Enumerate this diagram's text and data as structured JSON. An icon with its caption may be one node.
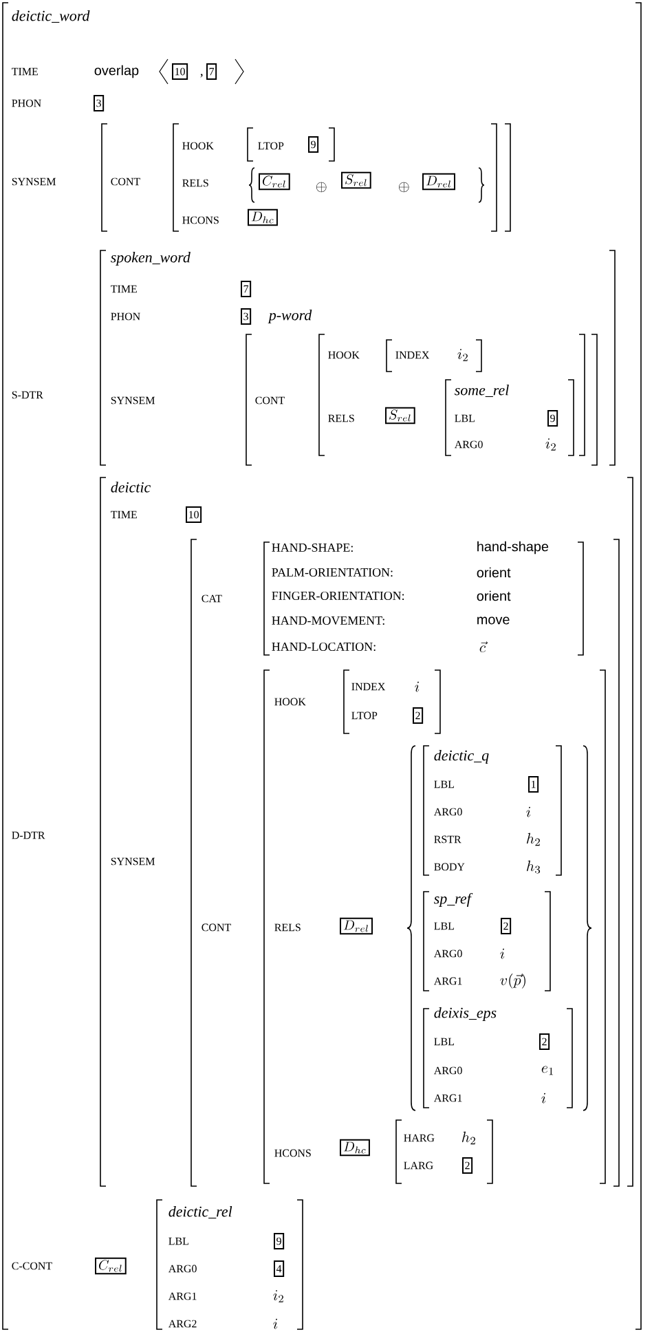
{
  "diagram": {
    "nodes": [
      {
        "text": [
          "deictic_word",
          "TIME",
          "overlap",
          ",",
          "PHON",
          "SYNSEM",
          "S-DTR",
          "D-DTR",
          "C-CONT"
        ]
      },
      {
        "text": [
          "10"
        ],
        "in": 0
      },
      {
        "text": [
          "7"
        ],
        "in": 0
      },
      {
        "text": [
          "3"
        ],
        "in": 0
      },
      {
        "text": [
          "CONT"
        ],
        "in": 0
      },
      {
        "text": [
          "HOOK",
          "RELS",
          "\\oplus",
          "\\oplus",
          "HCONS"
        ],
        "in": 4
      },
      {
        "text": [
          "LTOP"
        ],
        "in": 5
      },
      {
        "text": [
          "9"
        ],
        "in": 6
      },
      {
        "text": [
          "C_{rel}"
        ],
        "in": 5
      },
      {
        "text": [
          "S_{rel}"
        ],
        "in": 5
      },
      {
        "text": [
          "D_{rel}"
        ],
        "in": 5
      },
      {
        "text": [
          "D_{hc}"
        ],
        "in": 5
      },
      {
        "text": [
          "spoken_word",
          "TIME",
          "PHON",
          "p-word",
          "SYNSEM"
        ],
        "in": 0
      },
      {
        "text": [
          "7"
        ],
        "in": 12
      },
      {
        "text": [
          "3"
        ],
        "in": 12
      },
      {
        "text": [
          "CONT"
        ],
        "in": 12
      },
      {
        "text": [
          "HOOK",
          "RELS"
        ],
        "in": 15
      },
      {
        "text": [
          "INDEX",
          "i_2"
        ],
        "in": 16
      },
      {
        "text": [
          "S_{rel}"
        ],
        "in": 16
      },
      {
        "text": [
          "some_rel",
          "LBL",
          "ARG0",
          "i_2"
        ],
        "in": 16
      },
      {
        "text": [
          "9"
        ],
        "in": 19
      },
      {
        "text": [
          "deictic",
          "TIME",
          "SYNSEM"
        ],
        "in": 0
      },
      {
        "text": [
          "10"
        ],
        "in": 21
      },
      {
        "text": [
          "CAT",
          "CONT"
        ],
        "in": 21
      },
      {
        "text": [
          "HAND-SHAPE:",
          "hand-shape",
          "PALM-ORIENTATION:",
          "orient",
          "FINGER-ORIENTATION:",
          "orient",
          "HAND-MOVEMENT:",
          "move",
          "HAND-LOCATION:",
          "\\vec{c}"
        ],
        "in": 23
      },
      {
        "text": [
          "HOOK",
          "RELS",
          "HCONS"
        ],
        "in": 23
      },
      {
        "text": [
          "INDEX",
          "i",
          "LTOP"
        ],
        "in": 25
      },
      {
        "text": [
          "2"
        ],
        "in": 26
      },
      {
        "text": [
          "D_{rel}"
        ],
        "in": 25
      },
      {
        "text": [
          "deictic_q",
          "LBL",
          "ARG0",
          "i",
          "RSTR",
          "h_2",
          "BODY",
          "h_3"
        ],
        "in": 25
      },
      {
        "text": [
          "1"
        ],
        "in": 29
      },
      {
        "text": [
          "sp_ref",
          "LBL",
          "ARG0",
          "i",
          "ARG1",
          "v(\\vec{p})"
        ],
        "in": 25
      },
      {
        "text": [
          "2"
        ],
        "in": 31
      },
      {
        "text": [
          "deixis_eps",
          "LBL",
          "ARG0",
          "e_1",
          "ARG1",
          "i"
        ],
        "in": 25
      },
      {
        "text": [
          "2"
        ],
        "in": 33
      },
      {
        "text": [
          "D_{hc}"
        ],
        "in": 25
      },
      {
        "text": [
          "HARG",
          "h_2",
          "LARG"
        ],
        "in": 25
      },
      {
        "text": [
          "2"
        ],
        "in": 36
      },
      {
        "text": [
          "C_{rel}"
        ],
        "in": 0
      },
      {
        "text": [
          "deictic_rel",
          "LBL",
          "ARG0",
          "ARG1",
          "i_2",
          "ARG2",
          "i"
        ],
        "in": 0
      },
      {
        "text": [
          "9"
        ],
        "in": 39
      },
      {
        "text": [
          "4"
        ],
        "in": 39
      }
    ]
  }
}
